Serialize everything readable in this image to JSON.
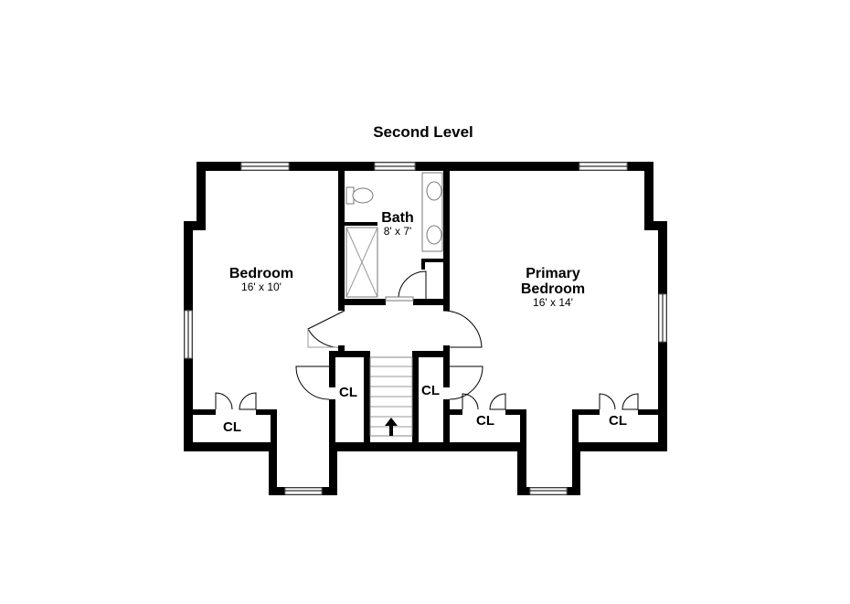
{
  "plan": {
    "title": "Second Level",
    "rooms": {
      "bedroom": {
        "name": "Bedroom",
        "dims": "16' x 10'"
      },
      "bath": {
        "name": "Bath",
        "dims": "8' x 7'"
      },
      "primary": {
        "name_line1": "Primary",
        "name_line2": "Bedroom",
        "dims": "16' x 14'"
      }
    },
    "closet_label": "CL"
  }
}
